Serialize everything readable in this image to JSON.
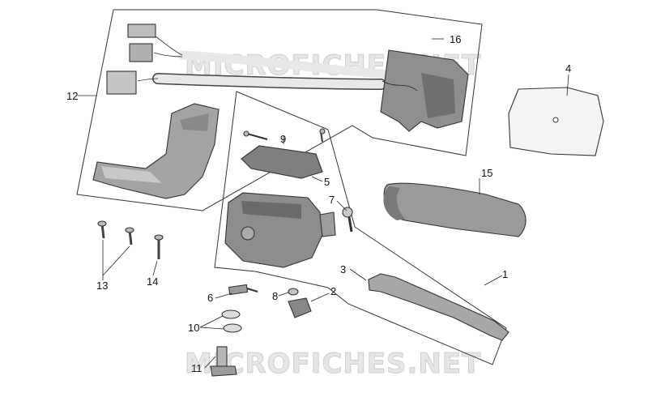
{
  "watermark": "MICROFICHES.NET",
  "callouts": {
    "c1": "1",
    "c2": "2",
    "c3": "3",
    "c4": "4",
    "c5": "5",
    "c6": "6",
    "c7": "7",
    "c8": "8",
    "c9": "9",
    "c10": "10",
    "c11": "11",
    "c12": "12",
    "c13": "13",
    "c14": "14",
    "c15": "15",
    "c16": "16"
  },
  "colors": {
    "part_fill_dark": "#8a8a8a",
    "part_fill_mid": "#a9a9a9",
    "part_fill_light": "#cfcfcf",
    "line": "#333333",
    "watermark": "#dddddd"
  }
}
